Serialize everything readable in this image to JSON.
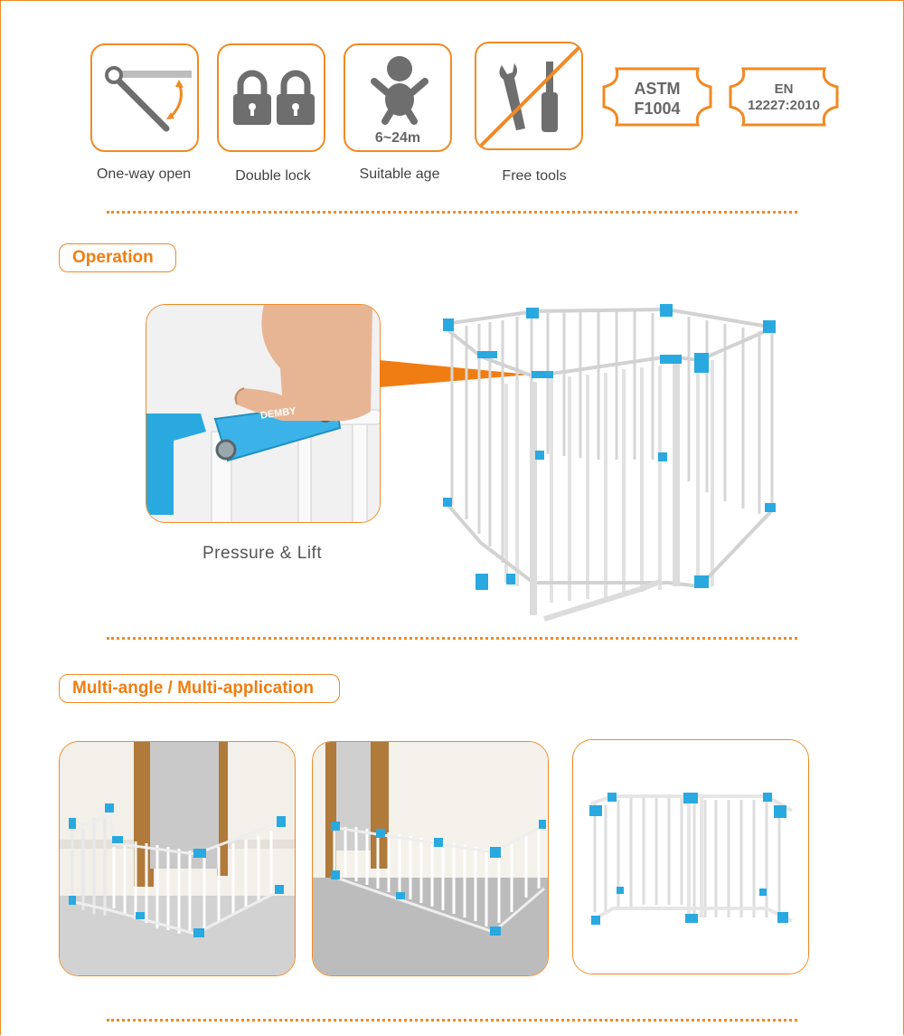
{
  "features": [
    {
      "label": "One-way open",
      "icon": "one-way-open-icon"
    },
    {
      "label": "Double lock",
      "icon": "padlock-icon"
    },
    {
      "label": "Suitable age",
      "icon": "baby-icon",
      "age_text": "6~24m"
    },
    {
      "label": "Free tools",
      "icon": "no-tools-icon"
    }
  ],
  "badges": [
    {
      "line1": "ASTM",
      "line2": "F1004"
    },
    {
      "line1": "EN",
      "line2": "12227:2010"
    }
  ],
  "operation": {
    "title": "Operation",
    "brand": "DEMBY",
    "caption": "Pressure & Lift"
  },
  "applications": {
    "title": "Multi-angle / Multi-application"
  },
  "colors": {
    "accent": "#f08a24",
    "connector_blue": "#29a9df",
    "icon_gray": "#6e6e6e"
  }
}
